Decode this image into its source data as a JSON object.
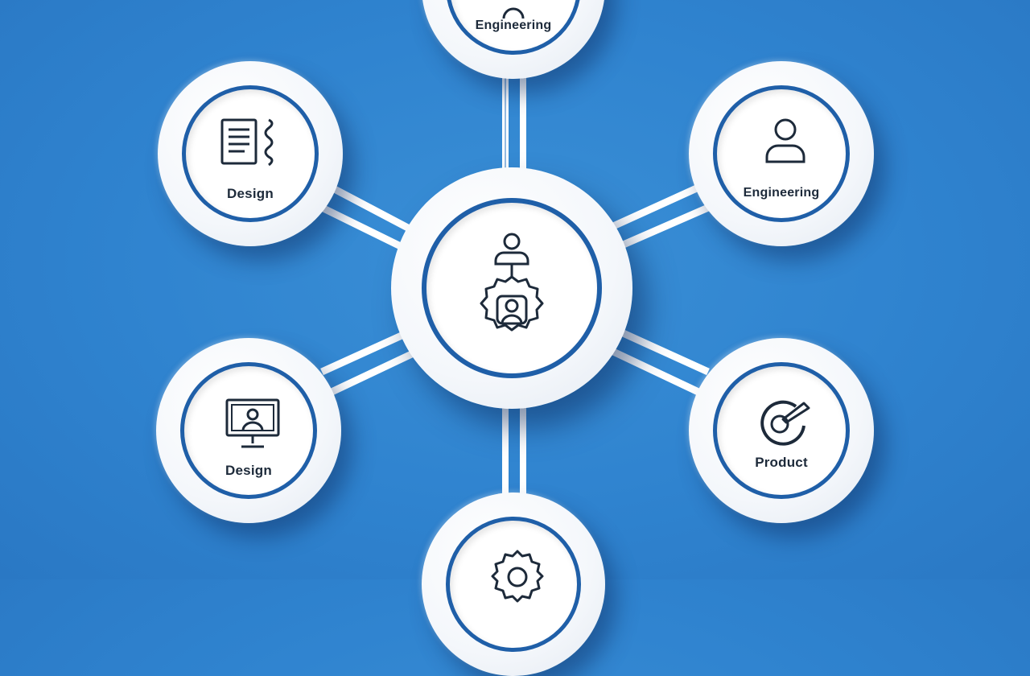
{
  "colors": {
    "background": "#2f83cf",
    "ring": "#1f5fa8",
    "node": "#ffffff",
    "icon": "#1d2a3a"
  },
  "hub": {
    "icon": "person-gear-hub-icon"
  },
  "nodes": {
    "top": {
      "label": "Engineering",
      "icon": "gear-icon"
    },
    "top_left": {
      "label": "Design",
      "icon": "document-list-icon"
    },
    "top_right": {
      "label": "Engineering",
      "icon": "person-icon"
    },
    "bottom_left": {
      "label": "Design",
      "icon": "monitor-person-icon"
    },
    "bottom_right": {
      "label": "Product",
      "icon": "gauge-icon"
    },
    "bottom": {
      "label": "",
      "icon": "gear-icon"
    }
  }
}
